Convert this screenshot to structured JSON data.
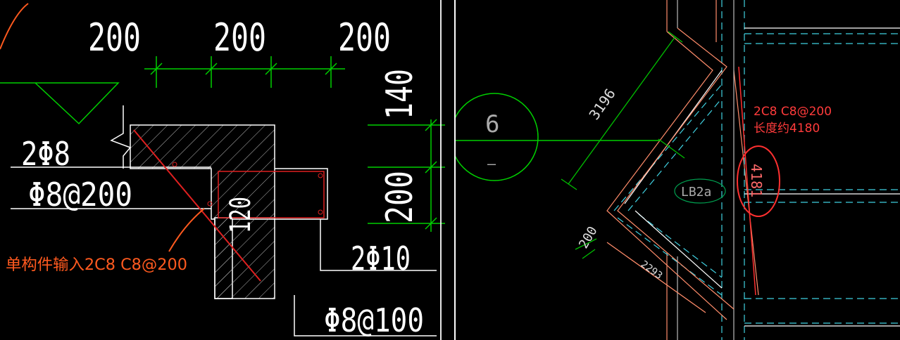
{
  "left_drawing": {
    "dimensions_top": [
      "200",
      "200",
      "200"
    ],
    "dimensions_right": [
      "140",
      "200"
    ],
    "dim_inner": "120",
    "rebar_labels": {
      "top_bars": "2Φ8",
      "stirrup_main": "Φ8@200",
      "bottom_bars": "2Φ10",
      "stirrup_lower": "Φ8@100"
    },
    "annotation": "单构件输入2C8 C8@200",
    "colors": {
      "annotation": "#ff5a1f",
      "dim": "#00d000",
      "rebar": "#e02020",
      "lines": "#ffffff"
    }
  },
  "right_drawing": {
    "section_bubble": {
      "top": "6",
      "bottom": "—"
    },
    "dimensions": [
      "3196",
      "200",
      "2293"
    ],
    "member_tag": "LB2a",
    "length_circled": "4181",
    "note_line1": "2C8 C8@200",
    "note_line2": "长度约4180",
    "colors": {
      "note": "#ff3b3b",
      "dim": "#00c000",
      "wall": "#ff8c6a",
      "cyan": "#3fd0e0"
    }
  }
}
